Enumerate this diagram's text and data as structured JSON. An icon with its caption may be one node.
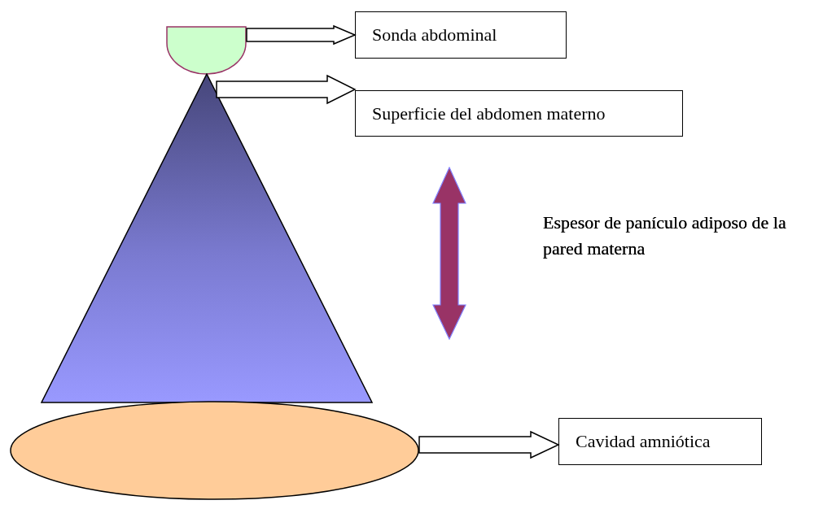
{
  "diagram": {
    "nodes": [
      {
        "text": [],
        "shape": "semicircle"
      },
      {
        "text": [
          "Sonda abdominal"
        ]
      },
      {
        "text": [],
        "shape": "triangle"
      },
      {
        "text": [
          "Superficie del abdomen materno"
        ]
      },
      {
        "text": [],
        "shape": "double-arrow"
      },
      {
        "text": [],
        "shape": "ellipse"
      },
      {
        "text": [
          "Cavidad amniótica"
        ]
      }
    ],
    "edges": [
      {
        "from": 0,
        "to": 1,
        "arrow": "to"
      },
      {
        "from": 2,
        "to": 3,
        "arrow": "to"
      },
      {
        "from": 5,
        "to": 6,
        "arrow": "to"
      }
    ],
    "labels": [
      "Espesor de panículo adiposo de la pared materna"
    ]
  }
}
